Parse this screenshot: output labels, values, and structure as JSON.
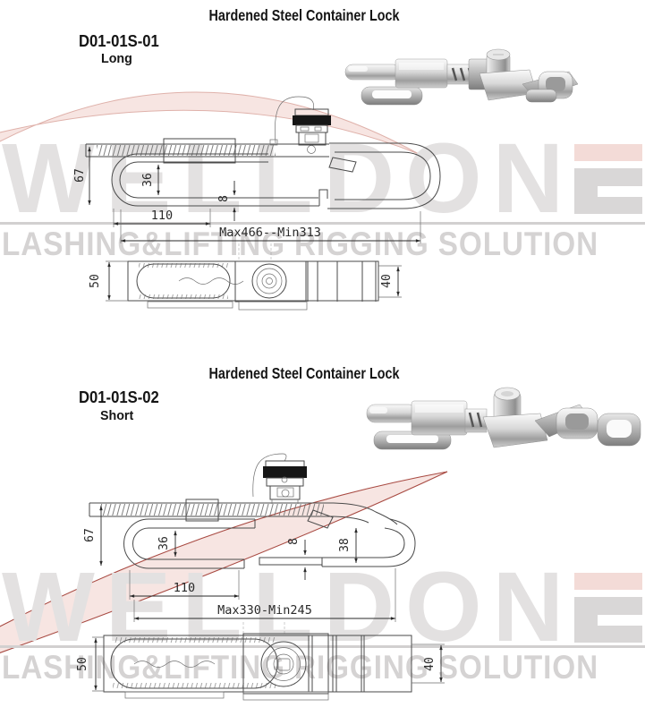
{
  "brand": {
    "name_prefix": "WELLDON",
    "name_last_letter": "E",
    "tagline": "LASHING&LIFTING RIGGING SOLUTION",
    "colors": {
      "letters_gray": "#e3e1e1",
      "tagline_gray": "#d5d3d3",
      "swoosh_fill": "#f7e5e2",
      "swoosh_edge_light": "#dfb1aa",
      "swoosh_edge_dark": "#a84a42",
      "lock_band_black": "#161616"
    }
  },
  "sections": [
    {
      "title": "Hardened Steel Container Lock",
      "model": "D01-01S-01",
      "variant": "Long",
      "dims": {
        "overall_height": "67",
        "inner_height": "36",
        "plate_thickness": "8",
        "base_width": "110",
        "adjust_range": "Max466--Min313",
        "side_left": "50",
        "side_right": "40"
      }
    },
    {
      "title": "Hardened Steel Container Lock",
      "model": "D01-01S-02",
      "variant": "Short",
      "dims": {
        "overall_height": "67",
        "inner_height": "36",
        "plate_thickness": "8",
        "hook_opening": "38",
        "base_width": "110",
        "adjust_range": "Max330-Min245",
        "side_left": "50",
        "side_right": "40"
      }
    }
  ]
}
